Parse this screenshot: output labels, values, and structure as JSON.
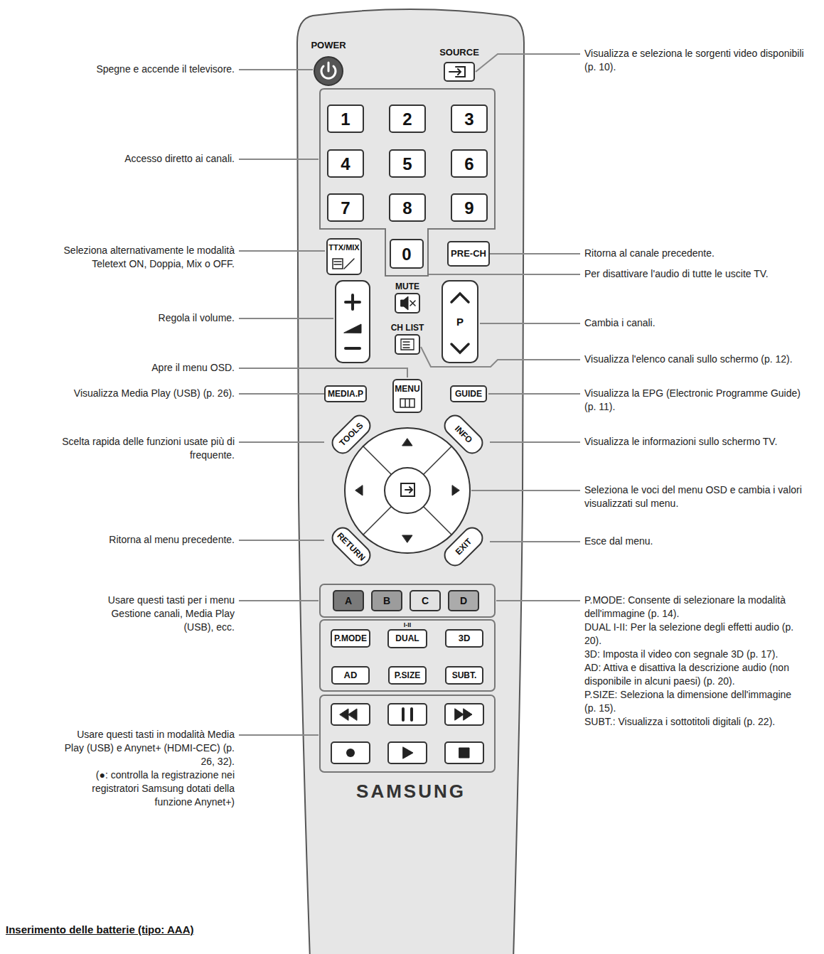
{
  "diagram": {
    "nodes": [
      {
        "text": [
          "SAMSUNG"
        ]
      },
      {
        "text": [
          "POWER"
        ],
        "in": 0
      },
      {
        "text": [
          "SOURCE"
        ],
        "in": 0
      },
      {
        "text": [
          "1"
        ],
        "in": 0
      },
      {
        "text": [
          "2"
        ],
        "in": 0
      },
      {
        "text": [
          "3"
        ],
        "in": 0
      },
      {
        "text": [
          "4"
        ],
        "in": 0
      },
      {
        "text": [
          "5"
        ],
        "in": 0
      },
      {
        "text": [
          "6"
        ],
        "in": 0
      },
      {
        "text": [
          "7"
        ],
        "in": 0
      },
      {
        "text": [
          "8"
        ],
        "in": 0
      },
      {
        "text": [
          "9"
        ],
        "in": 0
      },
      {
        "text": [
          "TTX/MIX"
        ],
        "in": 0
      },
      {
        "text": [
          "0"
        ],
        "in": 0
      },
      {
        "text": [
          "PRE-CH"
        ],
        "in": 0
      },
      {
        "text": [
          "MUTE"
        ],
        "in": 0
      },
      {
        "text": [
          "CH LIST"
        ],
        "in": 0
      },
      {
        "text": [
          "P"
        ],
        "in": 0
      },
      {
        "text": [
          "MEDIA.P"
        ],
        "in": 0
      },
      {
        "text": [
          "MENU"
        ],
        "in": 0
      },
      {
        "text": [
          "GUIDE"
        ],
        "in": 0
      },
      {
        "text": [
          "TOOLS"
        ],
        "in": 0
      },
      {
        "text": [
          "INFO"
        ],
        "in": 0
      },
      {
        "text": [
          "RETURN"
        ],
        "in": 0
      },
      {
        "text": [
          "EXIT"
        ],
        "in": 0
      },
      {
        "text": [
          "A"
        ],
        "in": 0
      },
      {
        "text": [
          "B"
        ],
        "in": 0
      },
      {
        "text": [
          "C"
        ],
        "in": 0
      },
      {
        "text": [
          "D"
        ],
        "in": 0
      },
      {
        "text": [
          "P.MODE"
        ],
        "in": 0
      },
      {
        "text": [
          "I-II",
          "DUAL"
        ],
        "in": 0
      },
      {
        "text": [
          "3D"
        ],
        "in": 0
      },
      {
        "text": [
          "AD"
        ],
        "in": 0
      },
      {
        "text": [
          "P.SIZE"
        ],
        "in": 0
      },
      {
        "text": [
          "SUBT."
        ],
        "in": 0
      }
    ],
    "labels": [
      "Spegne e accende il televisore.",
      "Accesso diretto ai canali.",
      "Seleziona alternativamente le modalità Teletext ON, Doppia, Mix o OFF.",
      "Regola il volume.",
      "Apre il menu OSD.",
      "Visualizza Media Play (USB) (p. 26).",
      "Scelta rapida delle funzioni usate più di frequente.",
      "Ritorna al menu precedente.",
      "Usare questi tasti per i menu Gestione canali, Media Play (USB), ecc.",
      "Usare questi tasti in modalità Media Play (USB) e Anynet+ (HDMI-CEC) (p. 26, 32).",
      "(●: controlla la registrazione nei registratori Samsung dotati della funzione Anynet+)",
      "Visualizza e seleziona le sorgenti video disponibili (p. 10).",
      "Ritorna al canale precedente.",
      "Per disattivare l'audio di tutte le uscite TV.",
      "Cambia i canali.",
      "Visualizza l'elenco canali sullo schermo (p. 12).",
      "Visualizza la EPG (Electronic Programme Guide) (p. 11).",
      "Visualizza le informazioni sullo schermo TV.",
      "Seleziona le voci del menu OSD e cambia i valori visualizzati sul menu.",
      "Esce dal menu.",
      "P.MODE: Consente di selezionare la modalità dell'immagine (p. 14).",
      "DUAL I-II: Per la selezione degli effetti audio (p. 20).",
      "3D: Imposta il video con segnale 3D (p. 17).",
      "AD: Attiva e disattiva la descrizione audio (non disponibile in alcuni paesi) (p. 20).",
      "P.SIZE: Seleziona la dimensione dell'immagine (p. 15).",
      "SUBT.: Visualizza i sottotitoli digitali (p. 22).",
      "Inserimento delle batterie (tipo: AAA)"
    ]
  }
}
